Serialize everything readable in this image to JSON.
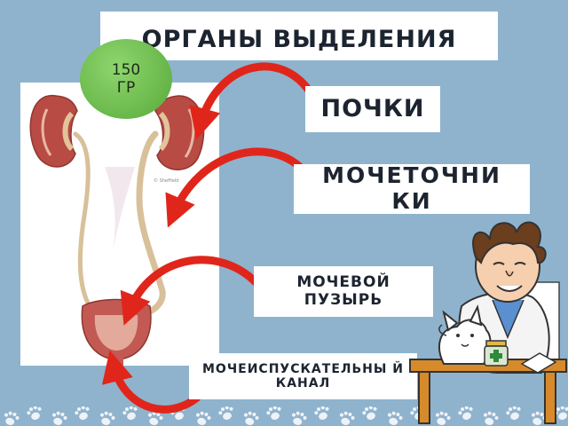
{
  "slide": {
    "title": "ОРГАНЫ ВЫДЕЛЕНИЯ",
    "weight_badge": {
      "value": "150",
      "unit": "ГР"
    },
    "labels": {
      "kidneys": "ПОЧКИ",
      "ureters": "МОЧЕТОЧНИ КИ",
      "bladder": "МОЧЕВОЙ ПУЗЫРЬ",
      "urethra": "МОЧЕИСПУСКАТЕЛЬНЫ Й КАНАЛ"
    }
  },
  "colors": {
    "background": "#8fb3cd",
    "box": "#ffffff",
    "text": "#1c2430",
    "arrow": "#e0261b",
    "badge": "#6cbc4a",
    "kidney": "#b84b43",
    "ureter": "#d8c09a"
  },
  "icons": [
    "curved-arrow-icon",
    "paw-print-icon",
    "cartoon-doctor-icon",
    "kidney-icon"
  ]
}
